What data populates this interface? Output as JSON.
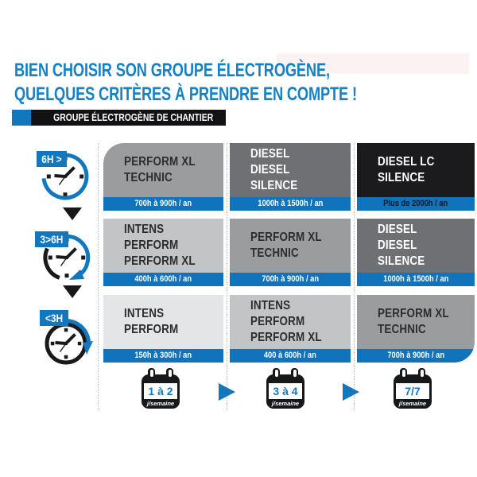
{
  "header": {
    "title_line1": "BIEN CHOISIR SON GROUPE ÉLECTROGÈNE,",
    "title_line2": "QUELQUES CRITÈRES À PRENDRE EN COMPTE !",
    "banner_label": "GROUPE ÉLECTROGÈNE DE CHANTIER"
  },
  "colors": {
    "brand_blue": "#1277bd",
    "bar_blue": "#1173bb",
    "title_blue": "#1581c6",
    "banner_black": "#121214",
    "gray_levels": [
      "#e4e5e7",
      "#c3c4c6",
      "#9b9c9e",
      "#6f7073",
      "#1b1b1d"
    ]
  },
  "usage_matrix": {
    "rows": [
      {
        "daily_usage_label": "6H >",
        "cells": [
          {
            "products": "PERFORM XL\nTECHNIC",
            "annual_hours": "700h à 900h / an"
          },
          {
            "products": "DIESEL\nDIESEL SILENCE",
            "annual_hours": "1000h à 1500h / an"
          },
          {
            "products": "DIESEL LC SILENCE",
            "annual_hours": "Plus de 2000h / an"
          }
        ]
      },
      {
        "daily_usage_label": "3>6H",
        "cells": [
          {
            "products": "INTENS\nPERFORM\nPERFORM XL",
            "annual_hours": "400h à 600h / an"
          },
          {
            "products": "PERFORM XL\nTECHNIC",
            "annual_hours": "700h à 900h / an"
          },
          {
            "products": "DIESEL\nDIESEL SILENCE",
            "annual_hours": "1000h à 1500h / an"
          }
        ]
      },
      {
        "daily_usage_label": "<3H",
        "cells": [
          {
            "products": "INTENS\nPERFORM",
            "annual_hours": "150h à 300h / an"
          },
          {
            "products": "INTENS\nPERFORM\nPERFORM XL",
            "annual_hours": "400 à 600h / an"
          },
          {
            "products": "PERFORM XL\nTECHNIC",
            "annual_hours": "700h à 900h / an"
          }
        ]
      }
    ]
  },
  "weekly_frequency": [
    {
      "days": "1 à 2",
      "unit": "j/semaine"
    },
    {
      "days": "3 à 4",
      "unit": "j/semaine"
    },
    {
      "days": "7/7",
      "unit": "j/semaine"
    }
  ]
}
